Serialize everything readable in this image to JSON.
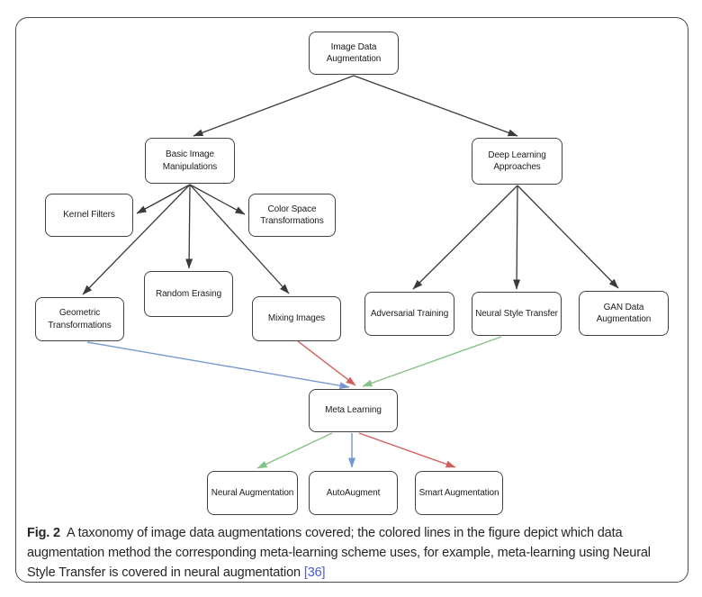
{
  "figure": {
    "caption_label": "Fig. 2",
    "caption_text": "A taxonomy of image data augmentations covered; the colored lines in the figure depict which data augmentation method the corresponding meta-learning scheme uses, for example, meta-learning using Neural Style Transfer is covered in neural augmentation",
    "citation": "[36]"
  },
  "colors": {
    "black": "#3a3a3a",
    "blue": "#7597cf",
    "red": "#d25f5c",
    "green": "#85c285",
    "citation": "#4d5bce",
    "box_border": "#424242"
  },
  "nodes": {
    "root": {
      "label": "Image Data Augmentation"
    },
    "basic": {
      "label": "Basic Image Manipulations"
    },
    "deep": {
      "label": "Deep Learning Approaches"
    },
    "kernel": {
      "label": "Kernel Filters"
    },
    "colorspace": {
      "label": "Color Space Transformations"
    },
    "geometric": {
      "label": "Geometric Transformations"
    },
    "random": {
      "label": "Random Erasing"
    },
    "mixing": {
      "label": "Mixing Images"
    },
    "adversarial": {
      "label": "Adversarial Training"
    },
    "nst": {
      "label": "Neural Style Transfer"
    },
    "gan": {
      "label": "GAN Data Augmentation"
    },
    "meta": {
      "label": "Meta Learning"
    },
    "neuralaug": {
      "label": "Neural Augmentation"
    },
    "autoaug": {
      "label": "AutoAugment"
    },
    "smartaug": {
      "label": "Smart Augmentation"
    }
  },
  "edges": [
    {
      "from": "root",
      "to": "basic",
      "color": "black"
    },
    {
      "from": "root",
      "to": "deep",
      "color": "black"
    },
    {
      "from": "basic",
      "to": "kernel",
      "color": "black"
    },
    {
      "from": "basic",
      "to": "colorspace",
      "color": "black"
    },
    {
      "from": "basic",
      "to": "geometric",
      "color": "black"
    },
    {
      "from": "basic",
      "to": "random",
      "color": "black"
    },
    {
      "from": "basic",
      "to": "mixing",
      "color": "black"
    },
    {
      "from": "deep",
      "to": "adversarial",
      "color": "black"
    },
    {
      "from": "deep",
      "to": "nst",
      "color": "black"
    },
    {
      "from": "deep",
      "to": "gan",
      "color": "black"
    },
    {
      "from": "geometric",
      "to": "meta",
      "color": "blue"
    },
    {
      "from": "mixing",
      "to": "meta",
      "color": "red"
    },
    {
      "from": "nst",
      "to": "meta",
      "color": "green"
    },
    {
      "from": "meta",
      "to": "neuralaug",
      "color": "green"
    },
    {
      "from": "meta",
      "to": "autoaug",
      "color": "blue"
    },
    {
      "from": "meta",
      "to": "smartaug",
      "color": "red"
    }
  ]
}
